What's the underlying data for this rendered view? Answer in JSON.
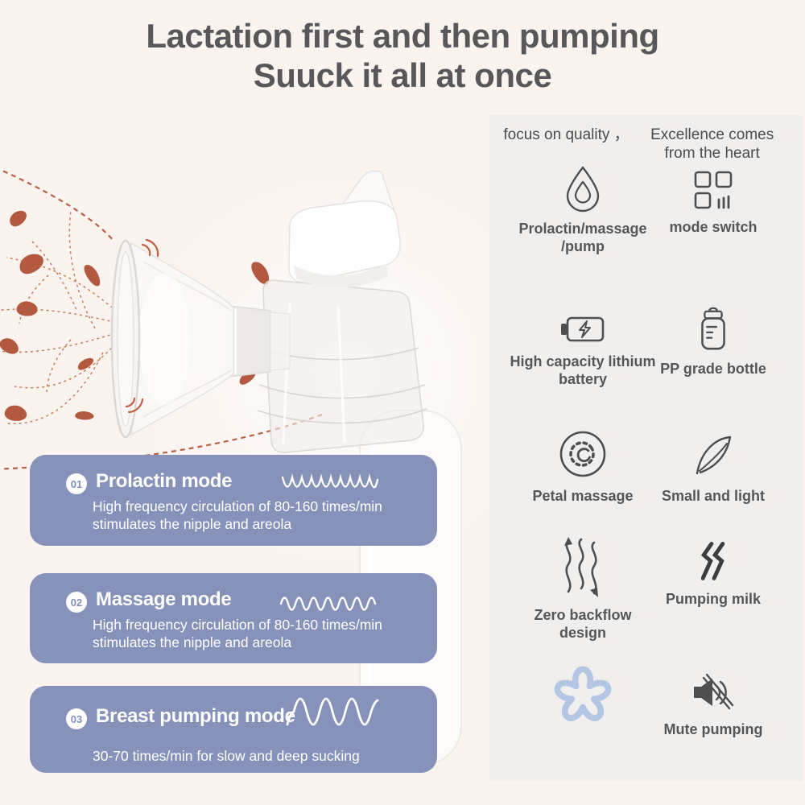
{
  "title": {
    "line1": "Lactation first and then pumping",
    "line2": "Suuck it all at once"
  },
  "panel": {
    "header": {
      "part1": "focus on quality ，",
      "part2": "Excellence comes from the heart"
    },
    "features": [
      {
        "icon": "water-drop-icon",
        "label": "Prolactin/massage",
        "label2": "/pump"
      },
      {
        "icon": "mode-switch-icon",
        "label": "mode switch"
      },
      {
        "icon": "battery-icon",
        "label": "High capacity lithium",
        "label2": "battery"
      },
      {
        "icon": "feeding-bottle-icon",
        "label": "PP grade bottle"
      },
      {
        "icon": "petal-massage-icon",
        "label": "Petal massage"
      },
      {
        "icon": "feather-icon",
        "label": "Small and light"
      },
      {
        "icon": "steam-arrows-icon",
        "label": "Zero backflow",
        "label2": "design"
      },
      {
        "icon": "double-wave-icon",
        "label": "Pumping milk"
      },
      {
        "icon": "flower-icon",
        "label": ""
      },
      {
        "icon": "mute-speaker-icon",
        "label": "Mute pumping"
      }
    ]
  },
  "modes": [
    {
      "number": "01",
      "name": "Prolactin mode",
      "wave_icon": "high-frequency-wave",
      "description": "High frequency circulation of 80-160 times/min stimulates the nipple and areola"
    },
    {
      "number": "02",
      "name": "Massage mode",
      "wave_icon": "medium-frequency-wave",
      "description": "High frequency circulation of 80-160 times/min stimulates the nipple and areola"
    },
    {
      "number": "03",
      "name": "Breast pumping mode",
      "wave_icon": "slow-deep-wave",
      "description": "30-70 times/min for slow and deep sucking"
    }
  ],
  "colors": {
    "background": "#FBF3EE",
    "panel_background": "#F0EFED",
    "card_blue": "#8692B9",
    "title_gray": "#58585A",
    "icon_gray": "#4F4F4F",
    "rust_accent": "#B2593F",
    "flower_blue": "#B3C6E4"
  }
}
